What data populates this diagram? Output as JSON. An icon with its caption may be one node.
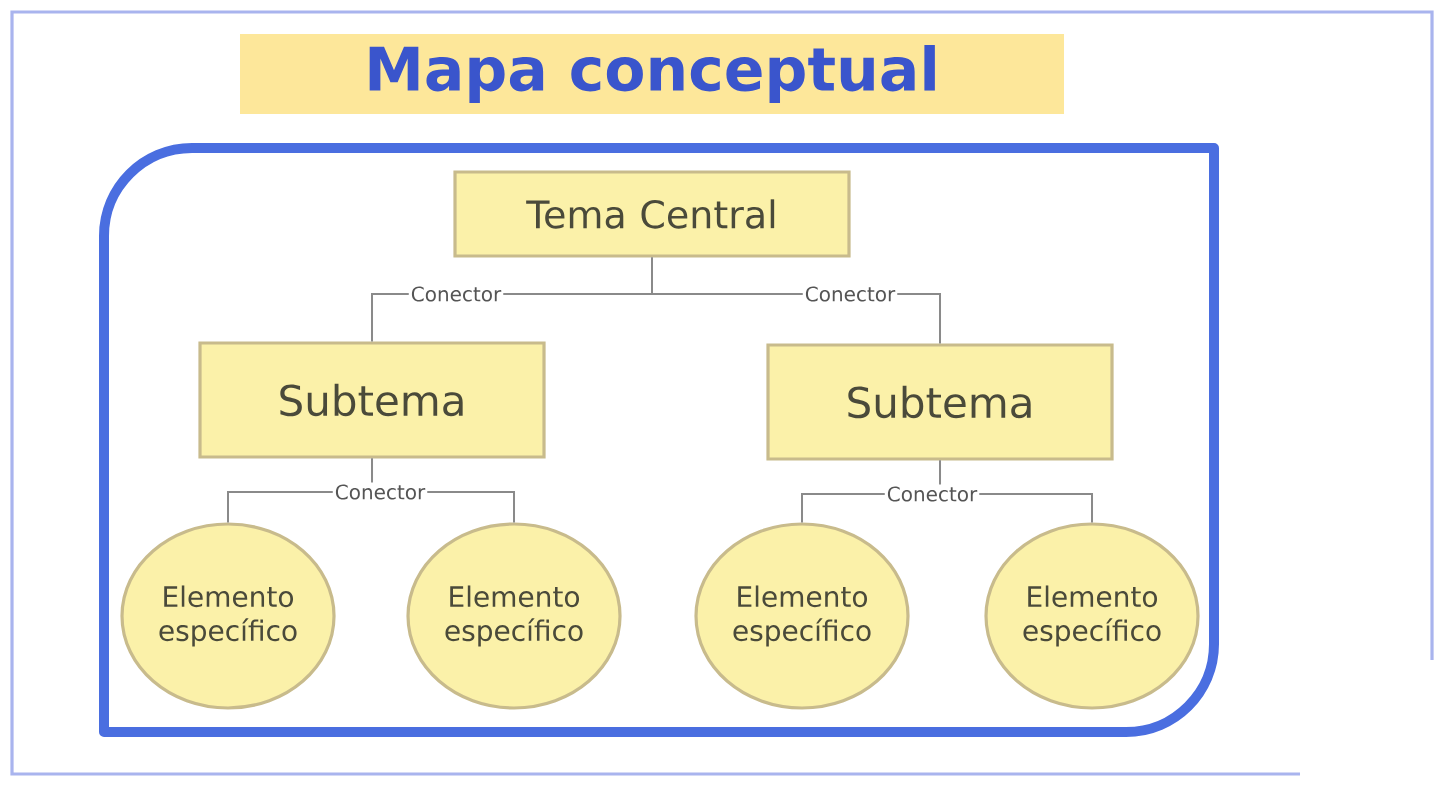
{
  "diagram": {
    "title": "Mapa conceptual",
    "nodes": [
      {
        "text": [
          "Tema Central"
        ]
      },
      {
        "text": [
          "Subtema"
        ]
      },
      {
        "text": [
          "Subtema"
        ]
      },
      {
        "text": [
          "Elemento específico"
        ]
      },
      {
        "text": [
          "Elemento específico"
        ]
      },
      {
        "text": [
          "Elemento específico"
        ]
      },
      {
        "text": [
          "Elemento específico"
        ]
      }
    ],
    "edges": [
      {
        "from": 0,
        "to": 1,
        "arrow": "none",
        "label": "Conector"
      },
      {
        "from": 0,
        "to": 2,
        "arrow": "none",
        "label": "Conector"
      },
      {
        "from": 1,
        "to": 3,
        "arrow": "none",
        "label": "Conector"
      },
      {
        "from": 1,
        "to": 4,
        "arrow": "none"
      },
      {
        "from": 2,
        "to": 5,
        "arrow": "none",
        "label": "Conector"
      },
      {
        "from": 2,
        "to": 6,
        "arrow": "none"
      }
    ]
  }
}
